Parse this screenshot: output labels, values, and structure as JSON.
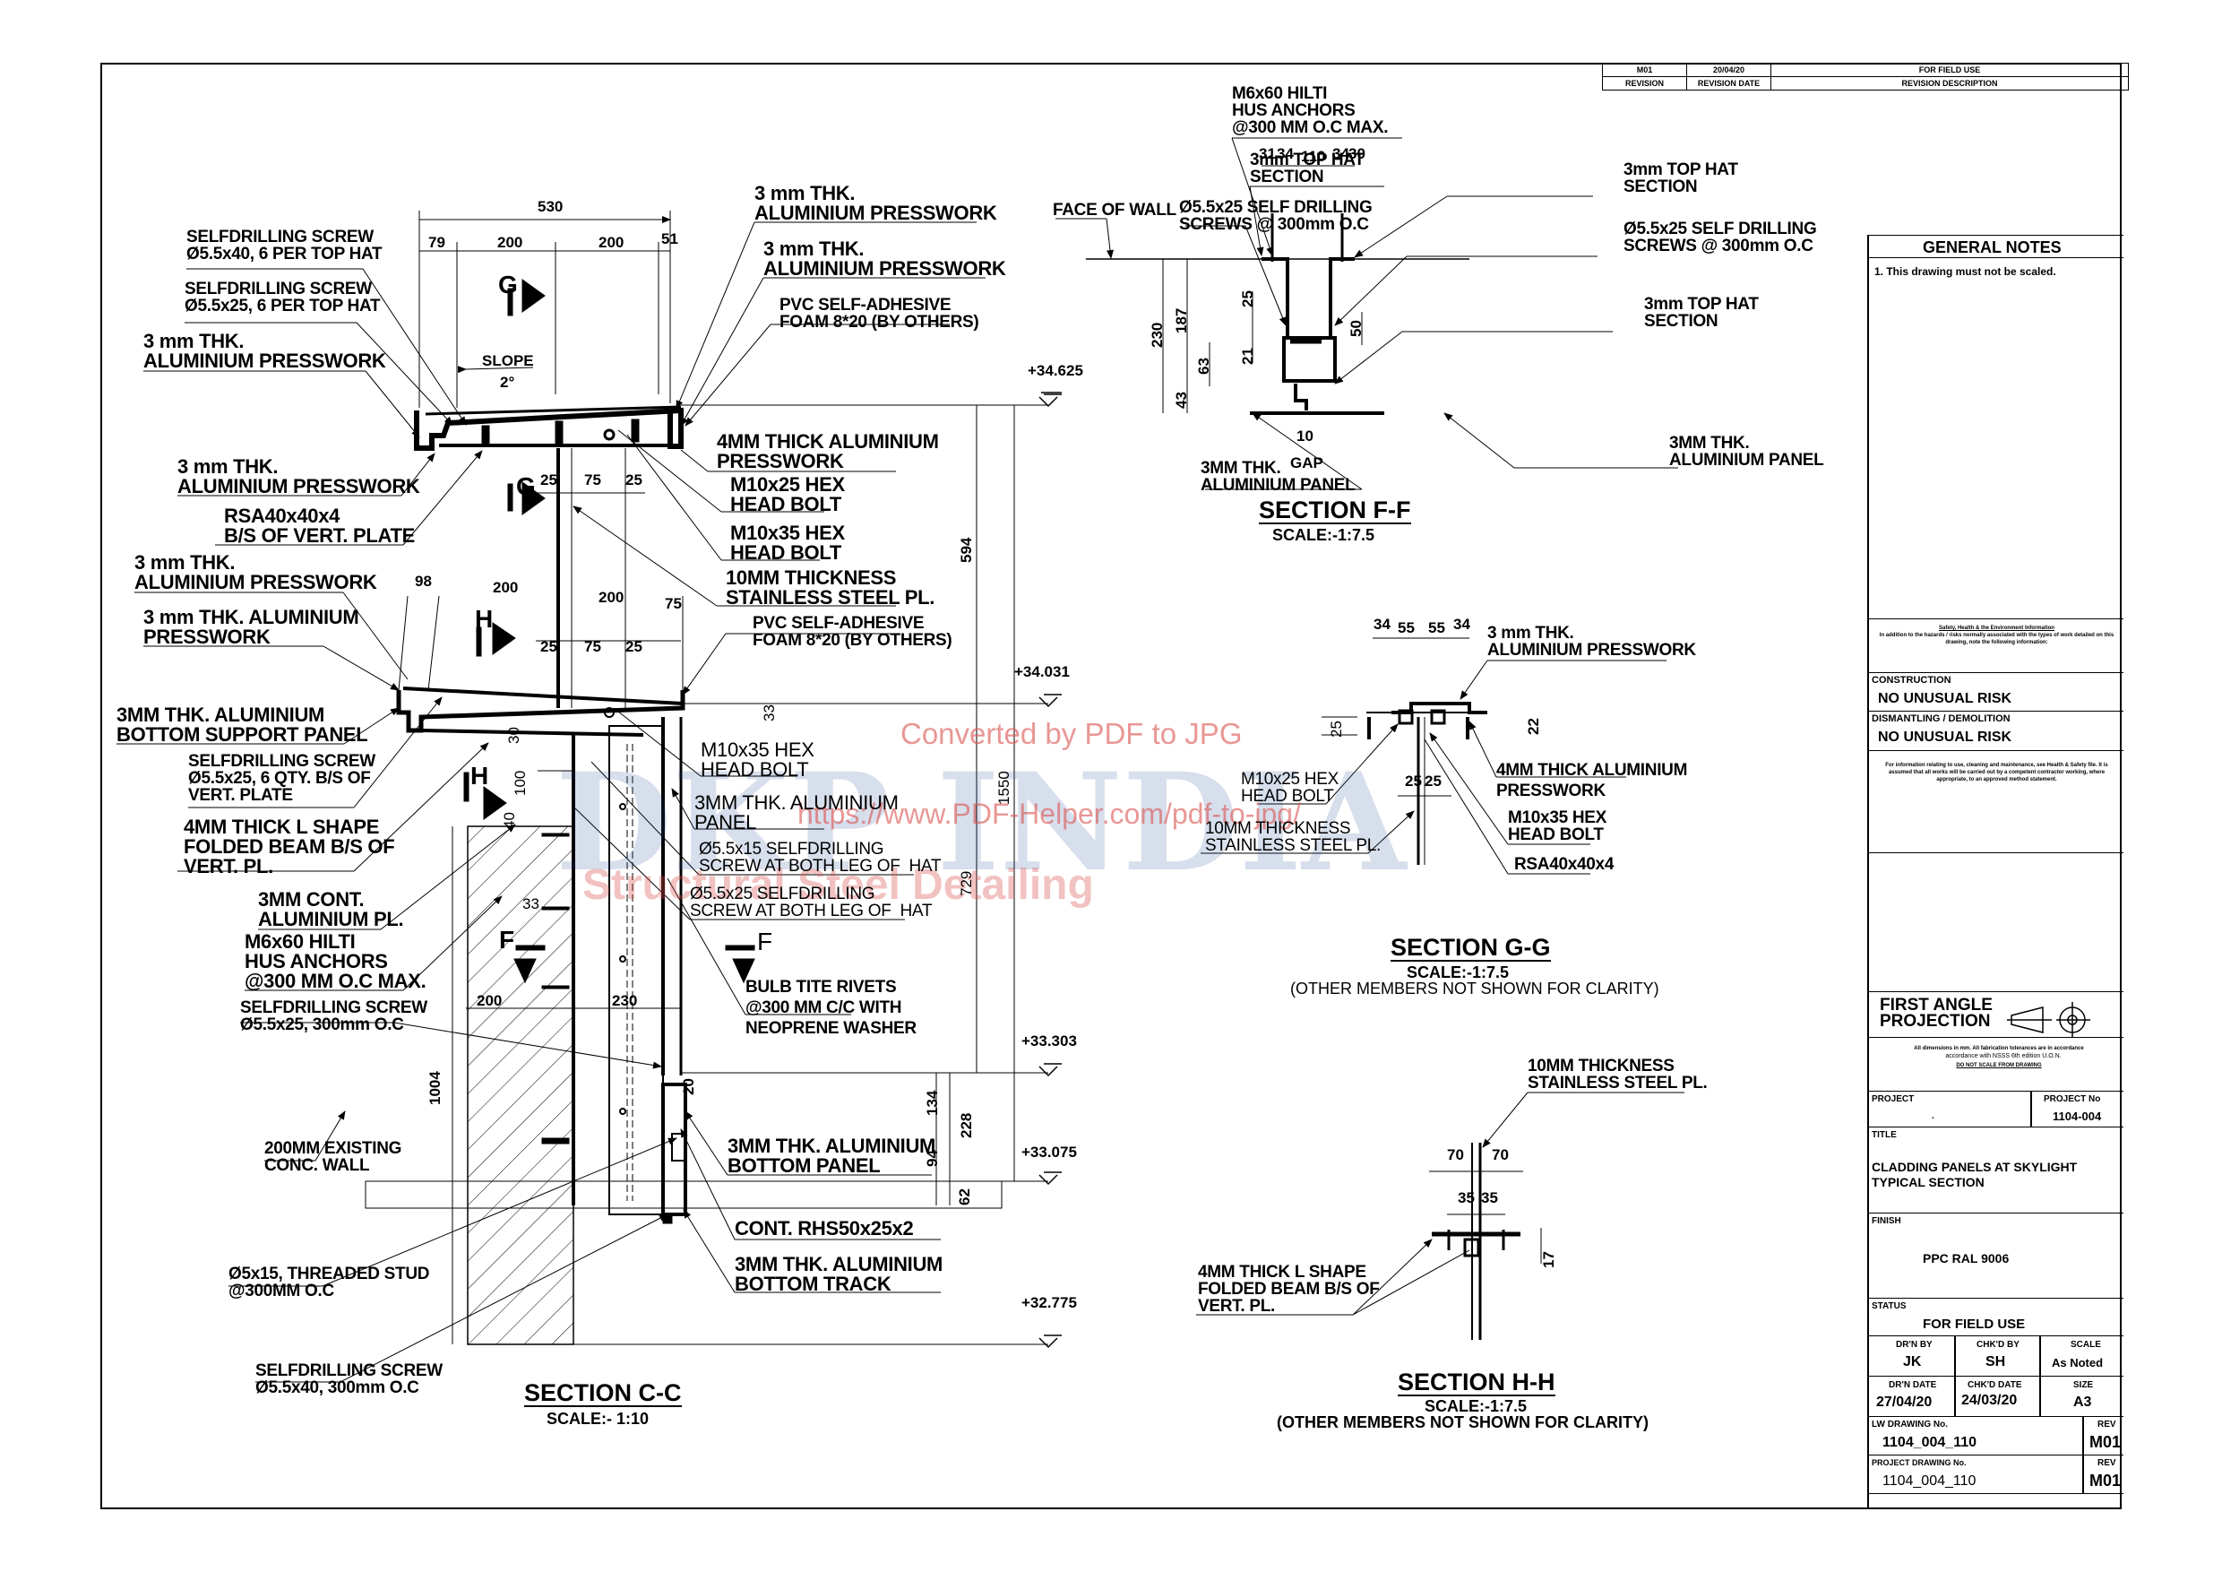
{
  "revision_table": {
    "rows": [
      {
        "revision": "M01",
        "date": "20/04/20",
        "description": "FOR FIELD USE"
      }
    ],
    "headers": {
      "revision": "REVISION",
      "date": "REVISION DATE",
      "description": "REVISION DESCRIPTION"
    }
  },
  "general_notes": {
    "heading": "GENERAL NOTES",
    "items": [
      "1.  This drawing must not be scaled."
    ]
  },
  "safety": {
    "heading": "Safety, Health & the Environment Information",
    "intro": "In addition to the hazards / risks normally associated with the types of work detailed on this drawing, note the following information:",
    "construction_label": "CONSTRUCTION",
    "construction_value": "NO UNUSUAL RISK",
    "dismantling_label": "DISMANTLING / DEMOLITION",
    "dismantling_value": "NO UNUSUAL RISK",
    "maintenance_note": "For information relating to use, cleaning and maintenance, see Health & Safety file. It is assumed that all works will be carried out by a competent contractor working, where appropriate, to an approved method statement."
  },
  "projection": {
    "label_line1": "FIRST ANGLE",
    "label_line2": "PROJECTION",
    "note_line1": "All dimensions in mm. All fabrication tolerances are in accordance",
    "note_line2": "accordance with NSSS 6th edition U.O.N.",
    "note_line3": "DO NOT SCALE FROM DRAWING"
  },
  "title_block": {
    "project_label": "PROJECT",
    "project_value": ".",
    "project_no_label": "PROJECT No",
    "project_no_value": "1104-004",
    "title_label": "TITLE",
    "title_line1": "CLADDING PANELS AT SKYLIGHT",
    "title_line2": "TYPICAL SECTION",
    "finish_label": "FINISH",
    "finish_value": "PPC RAL 9006",
    "status_label": "STATUS",
    "status_value": "FOR FIELD USE",
    "drawn_by_label": "DR'N BY",
    "drawn_by_value": "JK",
    "checked_by_label": "CHK'D BY",
    "checked_by_value": "SH",
    "scale_label": "SCALE",
    "scale_value": "As Noted",
    "drawn_date_label": "DR'N DATE",
    "drawn_date_value": "27/04/20",
    "checked_date_label": "CHK'D DATE",
    "checked_date_value": "24/03/20",
    "size_label": "SIZE",
    "size_value": "A3",
    "lw_drawing_label": "LW DRAWING No.",
    "lw_drawing_value": "1104_004_110",
    "lw_rev_label": "REV",
    "lw_rev_value": "M01",
    "project_drawing_label": "PROJECT DRAWING No.",
    "project_drawing_value": "1104_004_110",
    "project_rev_label": "REV",
    "project_rev_value": "M01"
  },
  "watermark": {
    "line1": "Converted by PDF to JPG",
    "line2": "https://www.PDF-Helper.com/pdf-to-jpg/",
    "logo": "DKP INDIA",
    "tagline": "Structural Steel Detailing"
  },
  "section_cc": {
    "title": "SECTION C-C",
    "scale": "SCALE:- 1:10",
    "dimensions": {
      "top_overall": "530",
      "top_79": "79",
      "top_200a": "200",
      "top_200b": "200",
      "top_51": "51",
      "slope_label": "SLOPE",
      "slope_value": "2°",
      "g_25a": "25",
      "g_75": "75",
      "g_25b": "25",
      "h_98": "98",
      "h_200a": "200",
      "h_200b": "200",
      "h_75": "75",
      "h_25a": "25",
      "h_75b": "75",
      "h_25b": "25",
      "d_33": "33",
      "d_30": "30",
      "d_100": "100",
      "d_40": "40",
      "d_33b": "33",
      "d_200": "200",
      "d_230": "230",
      "d_1004": "1004",
      "d_594": "594",
      "d_1550": "1550",
      "d_729": "729",
      "d_20": "20",
      "d_134": "134",
      "d_228": "228",
      "d_94": "94",
      "d_62": "62"
    },
    "levels": [
      "+34.625",
      "+34.031",
      "+33.303",
      "+33.075",
      "+32.775"
    ],
    "section_marks": [
      "G",
      "G",
      "H",
      "H",
      "F",
      "F"
    ],
    "labels": {
      "screw_40": "SELFDRILLING SCREW\nØ5.5x40, 6 PER TOP HAT",
      "screw_25": "SELFDRILLING SCREW\nØ5.5x25, 6 PER TOP HAT",
      "press_left1": "3 mm THK.\nALUMINIUM PRESSWORK",
      "press_top1": "3 mm THK.\nALUMINIUM PRESSWORK",
      "press_top2": "3 mm THK.\nALUMINIUM PRESSWORK",
      "pvc_top": "PVC SELF-ADHESIVE\nFOAM 8*20 (BY OTHERS)",
      "press_left2": "3 mm THK.\nALUMINIUM PRESSWORK",
      "rsa": "RSA40x40x4\nB/S OF VERT. PLATE",
      "press_4mm": "4MM THICK ALUMINIUM\nPRESSWORK",
      "bolt_m10x25": "M10x25 HEX\nHEAD BOLT",
      "bolt_m10x35": "M10x35 HEX\nHEAD BOLT",
      "ss_plate": "10MM THICKNESS\nSTAINLESS STEEL PL.",
      "press_left3": "3 mm THK.\nALUMINIUM PRESSWORK",
      "press_left4": "3 mm THK. ALUMINIUM\nPRESSWORK",
      "pvc_mid": "PVC SELF-ADHESIVE\nFOAM 8*20 (BY OTHERS)",
      "bottom_support": "3MM THK. ALUMINIUM\nBOTTOM SUPPORT PANEL",
      "screw_6qty": "SELFDRILLING SCREW\nØ5.5x25, 6 QTY. B/S OF\nVERT. PLATE",
      "l_beam": "4MM THICK L SHAPE\nFOLDED BEAM B/S OF\nVERT. PL.",
      "cont_pl": "3MM CONT.\nALUMINIUM PL.",
      "hilti": "M6x60 HILTI\nHUS ANCHORS\n@300 MM O.C MAX.",
      "screw_300": "SELFDRILLING SCREW\nØ5.5x25, 300mm O.C",
      "conc_wall": "200MM EXISTING\nCONC. WALL",
      "stud": "Ø5x15, THREADED STUD\n@300MM O.C",
      "screw_bottom": "SELFDRILLING SCREW\nØ5.5x40, 300mm O.C",
      "bolt_m10x35b": "M10x35 HEX\nHEAD BOLT",
      "panel": "3MM THK. ALUMINIUM\nPANEL",
      "screw_15": "Ø5.5x15 SELFDRILLING\nSCREW AT BOTH LEG OF  HAT",
      "screw_25b": "Ø5.5x25 SELFDRILLING\nSCREW AT BOTH LEG OF  HAT",
      "rivets": "BULB TITE RIVETS\n@300 MM C/C WITH\nNEOPRENE WASHER",
      "bottom_panel": "3MM THK. ALUMINIUM\nBOTTOM PANEL",
      "rhs": "CONT. RHS50x25x2",
      "bottom_track": "3MM THK. ALUMINIUM\nBOTTOM TRACK"
    }
  },
  "section_ff": {
    "title": "SECTION F-F",
    "scale": "SCALE:-1:7.5",
    "dimensions": {
      "d31": "31",
      "d34a": "34",
      "d110": "110",
      "d34b": "34",
      "d30": "30",
      "d230": "230",
      "d187": "187",
      "d25": "25",
      "d21": "21",
      "d63": "63",
      "d43": "43",
      "d50": "50",
      "gap_value": "10",
      "gap_label": "GAP"
    },
    "labels": {
      "hilti": "M6x60 HILTI\nHUS ANCHORS\n@300 MM O.C MAX.",
      "tophat_left": "3mm TOP HAT\nSECTION",
      "tophat_right": "3mm TOP HAT\nSECTION",
      "face_of_wall": "FACE OF WALL",
      "screws_left": "Ø5.5x25 SELF DRILLING\nSCREWS @ 300mm O.C",
      "screws_right": "Ø5.5x25 SELF DRILLING\nSCREWS @ 300mm O.C",
      "tophat_lower": "3mm TOP HAT\nSECTION",
      "panel_left": "3MM THK.\nALUMINIUM PANEL",
      "panel_right": "3MM THK.\nALUMINIUM PANEL"
    }
  },
  "section_gg": {
    "title": "SECTION G-G",
    "scale": "SCALE:-1:7.5",
    "note": "(OTHER MEMBERS NOT SHOWN FOR CLARITY)",
    "dimensions": {
      "d34a": "34",
      "d55a": "55",
      "d55b": "55",
      "d34b": "34",
      "d25v": "25",
      "d22": "22",
      "d25a": "25",
      "d25b": "25"
    },
    "labels": {
      "press": "3 mm THK.\nALUMINIUM PRESSWORK",
      "press_4mm": "4MM THICK ALUMINIUM\nPRESSWORK",
      "bolt_m10x25": "M10x25 HEX\nHEAD BOLT",
      "ss_plate": "10MM THICKNESS\nSTAINLESS STEEL PL.",
      "bolt_m10x35": "M10x35 HEX\nHEAD BOLT",
      "rsa": "RSA40x40x4"
    }
  },
  "section_hh": {
    "title": "SECTION H-H",
    "scale": "SCALE:-1:7.5",
    "note": "(OTHER MEMBERS NOT SHOWN FOR CLARITY)",
    "dimensions": {
      "d70a": "70",
      "d70b": "70",
      "d35a": "35",
      "d35b": "35",
      "d17": "17"
    },
    "labels": {
      "ss_plate": "10MM THICKNESS\nSTAINLESS STEEL PL.",
      "l_beam": "4MM THICK L SHAPE\nFOLDED BEAM B/S OF\nVERT. PL."
    }
  }
}
